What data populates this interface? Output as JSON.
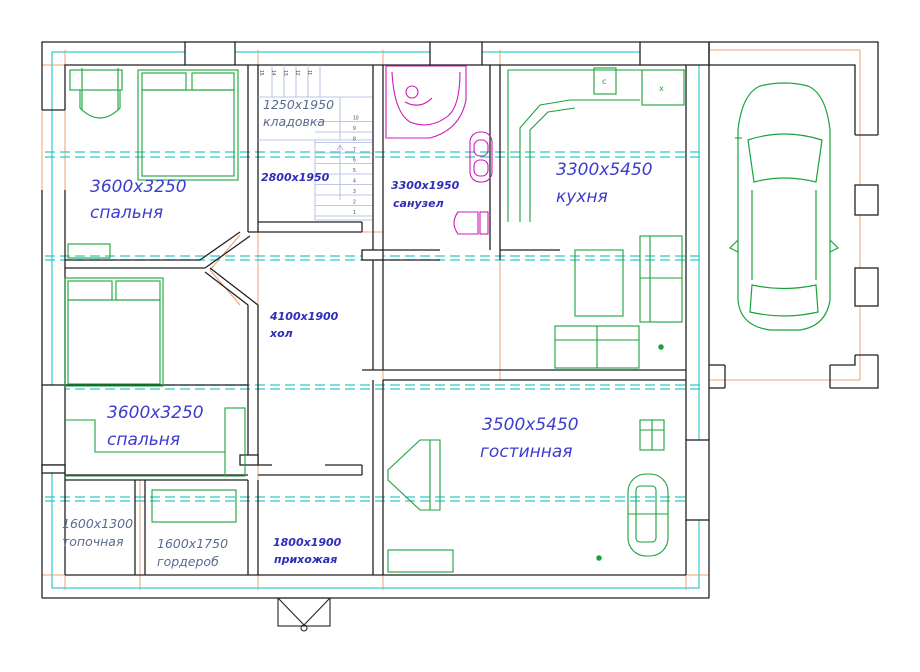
{
  "rooms": {
    "bedroom1": {
      "dim": "3600x3250",
      "name": "спальня"
    },
    "bedroom2": {
      "dim": "3600x3250",
      "name": "спальня"
    },
    "storage": {
      "dim": "1250x1950",
      "name": "кладовка"
    },
    "stair_dim": "2800x1950",
    "bathroom": {
      "dim": "3300x1950",
      "name": "санузел"
    },
    "kitchen": {
      "dim": "3300x5450",
      "name": "кухня"
    },
    "hall": {
      "dim": "4100x1900",
      "name": "хол"
    },
    "living": {
      "dim": "3500x5450",
      "name": "гостинная"
    },
    "boiler": {
      "dim": "1600x1300",
      "name": "топочная"
    },
    "wardrobe": {
      "dim": "1600x1750",
      "name": "гордероб"
    },
    "entry": {
      "dim": "1800x1900",
      "name": "прихожая"
    }
  },
  "fixtures": {
    "stove_mark": "c",
    "fridge_mark": "x"
  },
  "stair_steps_vertical": [
    "1",
    "2",
    "3",
    "4",
    "5",
    "6",
    "7",
    "8",
    "9",
    "10"
  ],
  "stair_steps_top": [
    "15",
    "14",
    "13",
    "12",
    "11"
  ],
  "colors": {
    "wall": "#222222",
    "furniture": "#1aa33a",
    "axis": "#35c8c8",
    "dim_line": "#f0a070",
    "stair": "#a8b4e0",
    "bath": "#d01ab8",
    "label": "#3c3ccf"
  }
}
